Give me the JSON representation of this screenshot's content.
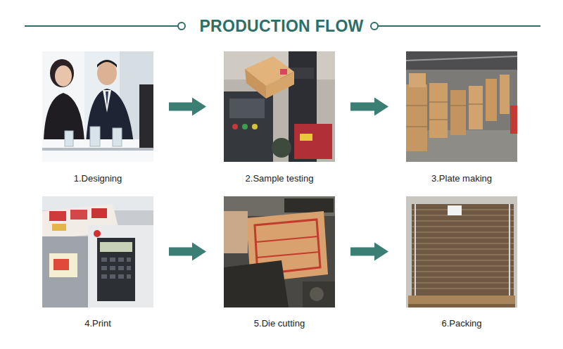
{
  "diagram": {
    "title": "PRODUCTION FLOW",
    "nodes": [
      {
        "text": [
          "1.Designing"
        ]
      },
      {
        "text": [
          "2.Sample testing"
        ]
      },
      {
        "text": [
          "3.Plate making"
        ]
      },
      {
        "text": [
          "4.Print"
        ]
      },
      {
        "text": [
          "5.Die cutting"
        ]
      },
      {
        "text": [
          "6.Packing"
        ]
      }
    ],
    "edges": [
      {
        "from": 0,
        "to": 1,
        "arrow": "to"
      },
      {
        "from": 1,
        "to": 2,
        "arrow": "to"
      },
      {
        "from": 3,
        "to": 4,
        "arrow": "to"
      },
      {
        "from": 4,
        "to": 5,
        "arrow": "to"
      }
    ]
  }
}
